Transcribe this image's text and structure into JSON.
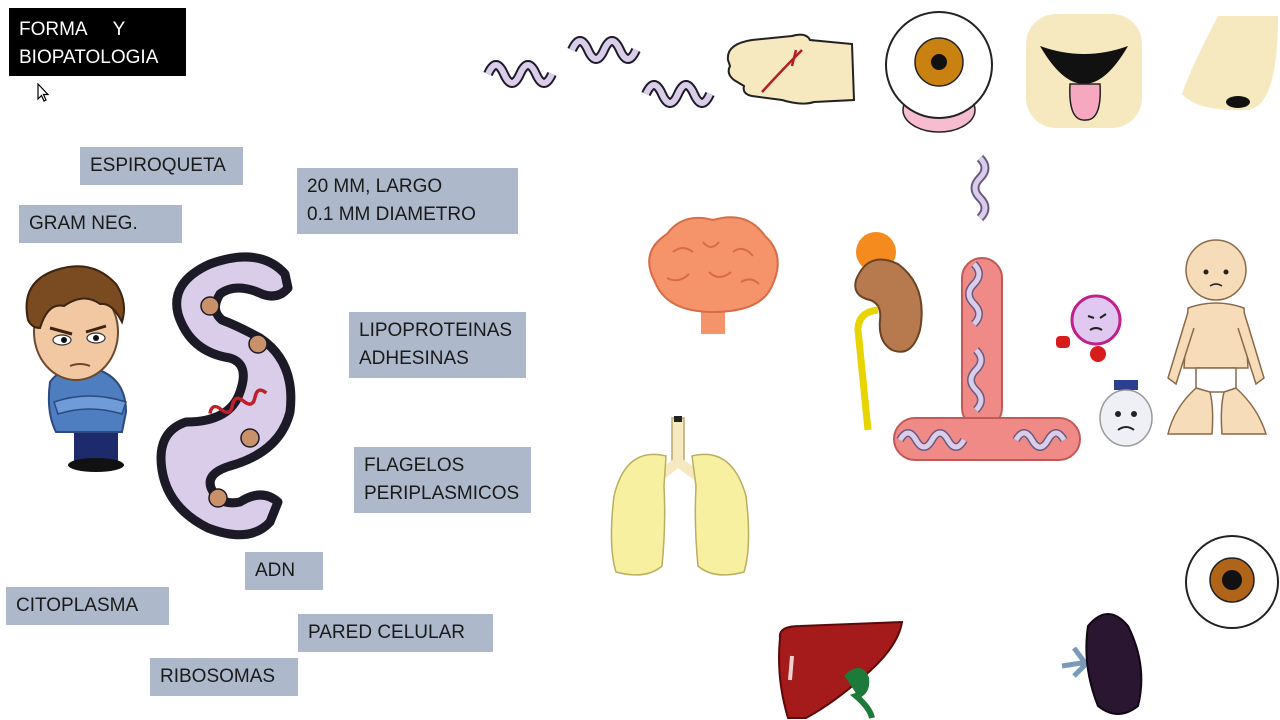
{
  "title": {
    "line1": "FORMA     Y",
    "line2": "BIOPATOLOGIA"
  },
  "labels": {
    "espiroqueta": "ESPIROQUETA",
    "gram_neg": "GRAM NEG.",
    "size_line1": "20 MM, LARGO",
    "size_line2": "0.1 MM DIAMETRO",
    "lipo_line1": "LIPOPROTEINAS",
    "lipo_line2": "ADHESINAS",
    "flag_line1": "FLAGELOS",
    "flag_line2": "PERIPLASMICOS",
    "adn": "ADN",
    "citoplasma": "CITOPLASMA",
    "pared": "PARED CELULAR",
    "ribosomas": "RIBOSOMAS"
  },
  "colors": {
    "label_bg": "#adb9ca",
    "cytoplasm": "#d9cdea",
    "wall": "#1c1a26",
    "ribosome": "#c8916a",
    "dna": "#c0202a",
    "vessel": "#f08a86"
  },
  "icons": [
    "cursor-icon",
    "confused-man-icon",
    "spirochete-icon",
    "hand-icon",
    "eye-icon",
    "mouth-icon",
    "nose-icon",
    "brain-icon",
    "kidney-icon",
    "vessel-icon",
    "lungs-icon",
    "liver-icon",
    "spleen-icon",
    "baby-icon",
    "blood-cell-icon"
  ]
}
